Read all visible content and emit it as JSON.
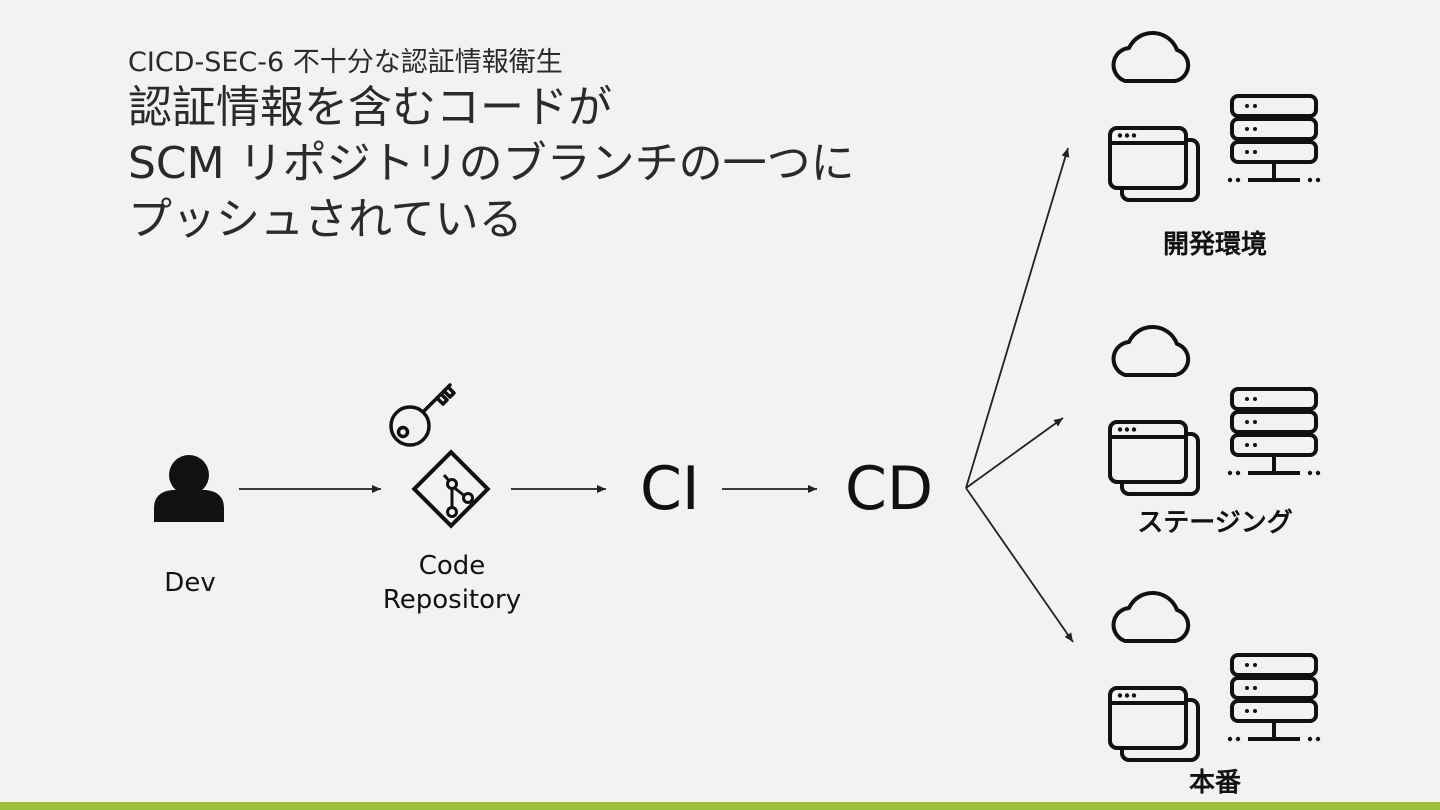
{
  "header": {
    "subtitle": "CICD-SEC-6 不十分な認証情報衛生",
    "title_lines": [
      "認証情報を含むコードが",
      "SCM リポジトリのブランチの一つに",
      "プッシュされている"
    ]
  },
  "nodes": {
    "dev_label": "Dev",
    "repo_label_line1": "Code",
    "repo_label_line2": "Repository",
    "ci_label": "CI",
    "cd_label": "CD"
  },
  "environments": [
    {
      "label": "開発環境"
    },
    {
      "label": "ステージング"
    },
    {
      "label": "本番"
    }
  ],
  "icons": [
    "user-icon",
    "key-icon",
    "git-icon",
    "cloud-icon",
    "browser-window-icon",
    "server-icon"
  ],
  "colors": {
    "accent_bar": "#9bc13c",
    "background": "#f2f2f2",
    "stroke": "#222222"
  }
}
